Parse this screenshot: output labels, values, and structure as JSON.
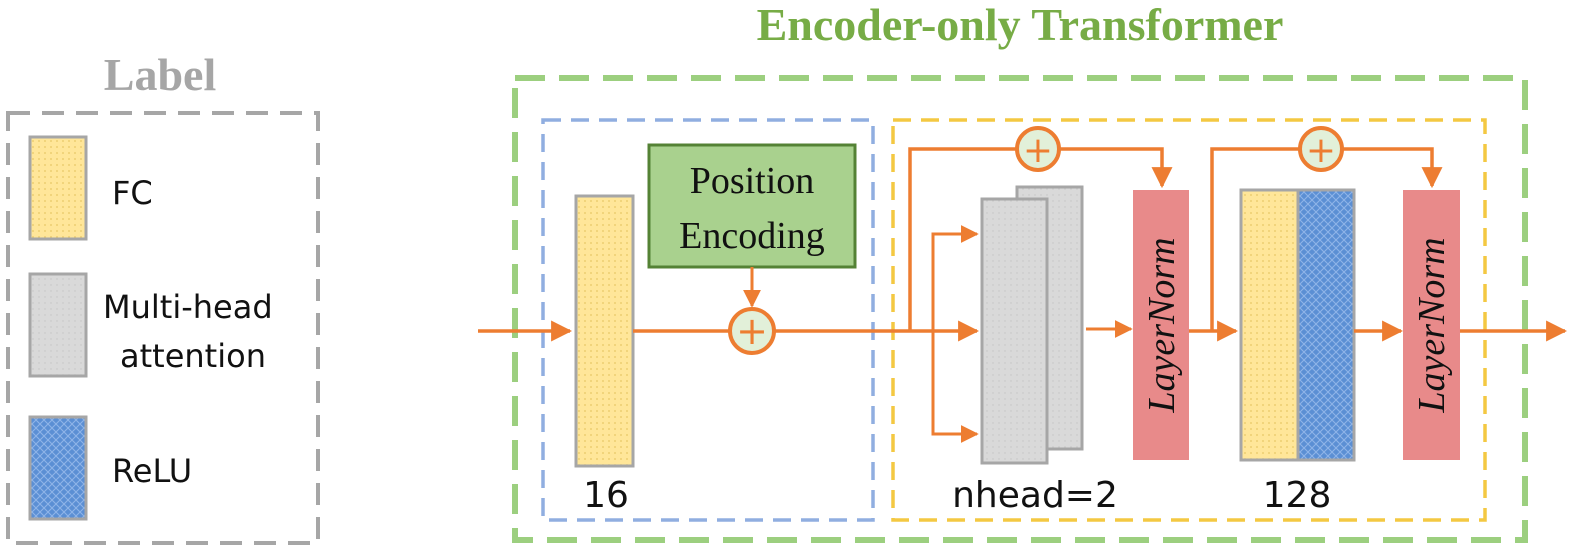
{
  "title": "Encoder-only Transformer",
  "legend": {
    "title": "Label",
    "items": [
      {
        "label": "FC",
        "pattern": "fc"
      },
      {
        "label_line1": "Multi-head",
        "label_line2": "attention",
        "pattern": "mha"
      },
      {
        "label": "ReLU",
        "pattern": "relu"
      }
    ]
  },
  "blocks": {
    "position_encoding_line1": "Position",
    "position_encoding_line2": "Encoding",
    "layernorm_1": "LayerNorm",
    "layernorm_2": "LayerNorm",
    "fc_size": "16",
    "nhead": "nhead=2",
    "ffn_size": "128",
    "add_symbol": "+"
  },
  "colors": {
    "title_green": "#77ac46",
    "legend_gray": "#a6a6a6",
    "outer_green": "#9ccf7f",
    "blue_dashed": "#90aee0",
    "yellow_dashed": "#f4c842",
    "arrow_orange": "#ed7d31",
    "fc_fill": "#ffe699",
    "mha_fill": "#d9d9d9",
    "relu_fill": "#5b8fd4",
    "layernorm_fill": "#e88a8a",
    "pe_fill": "#a9d18e",
    "pe_border": "#548235",
    "add_fill": "#e2f0d9"
  }
}
